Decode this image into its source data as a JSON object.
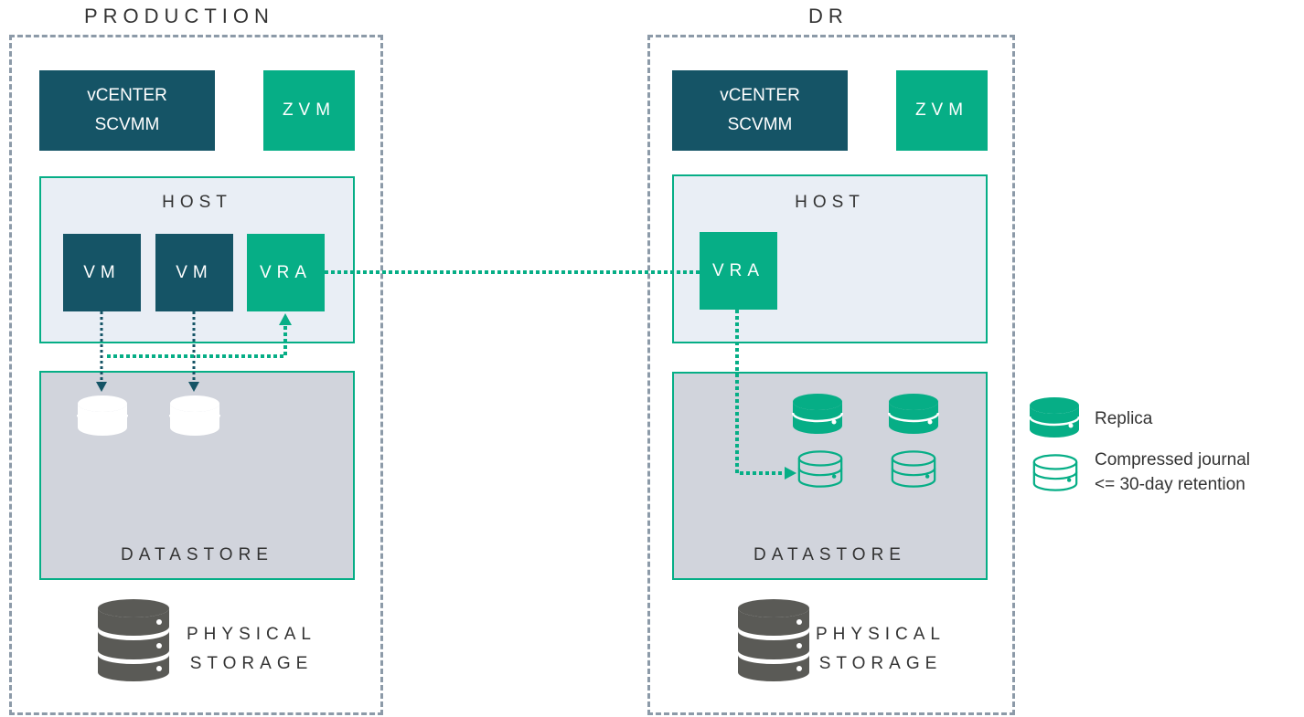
{
  "production": {
    "title": "PRODUCTION",
    "vcenter_line1": "vCENTER",
    "vcenter_line2": "SCVMM",
    "zvm": "ZVM",
    "host_label": "HOST",
    "vm1": "VM",
    "vm2": "VM",
    "vra": "VRA",
    "datastore_label": "DATASTORE",
    "physical_line1": "PHYSICAL",
    "physical_line2": "STORAGE"
  },
  "dr": {
    "title": "DR",
    "vcenter_line1": "vCENTER",
    "vcenter_line2": "SCVMM",
    "zvm": "ZVM",
    "host_label": "HOST",
    "vra": "VRA",
    "datastore_label": "DATASTORE",
    "physical_line1": "PHYSICAL",
    "physical_line2": "STORAGE"
  },
  "legend": {
    "replica_label": "Replica",
    "journal_line1": "Compressed journal",
    "journal_line2": "<= 30-day retention"
  },
  "colors": {
    "dark_teal": "#155466",
    "green": "#06ae86",
    "host_bg": "#e9eef5",
    "datastore_bg": "#d1d4dc",
    "frame": "#8c9aa8",
    "storage_icon": "#5a5a56"
  }
}
